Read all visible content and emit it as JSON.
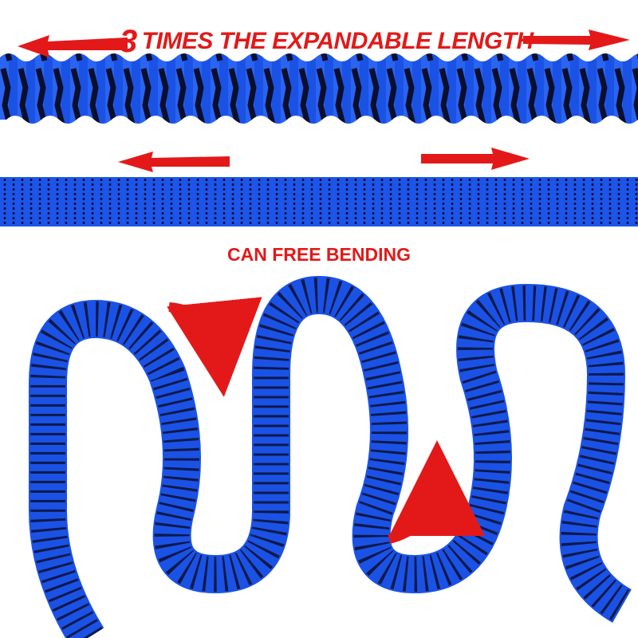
{
  "headline": {
    "number": "3",
    "text": "TIMES THE EXPANDABLE LENGTH"
  },
  "subheadline": "CAN FREE BENDING",
  "colors": {
    "accent": "#e31919",
    "hose_blue": "#1a4fe0",
    "stripe": "#0b0f2e"
  },
  "icons": [
    "arrow-left-icon",
    "arrow-right-icon",
    "curved-arrow-down-icon",
    "curved-arrow-up-icon"
  ]
}
